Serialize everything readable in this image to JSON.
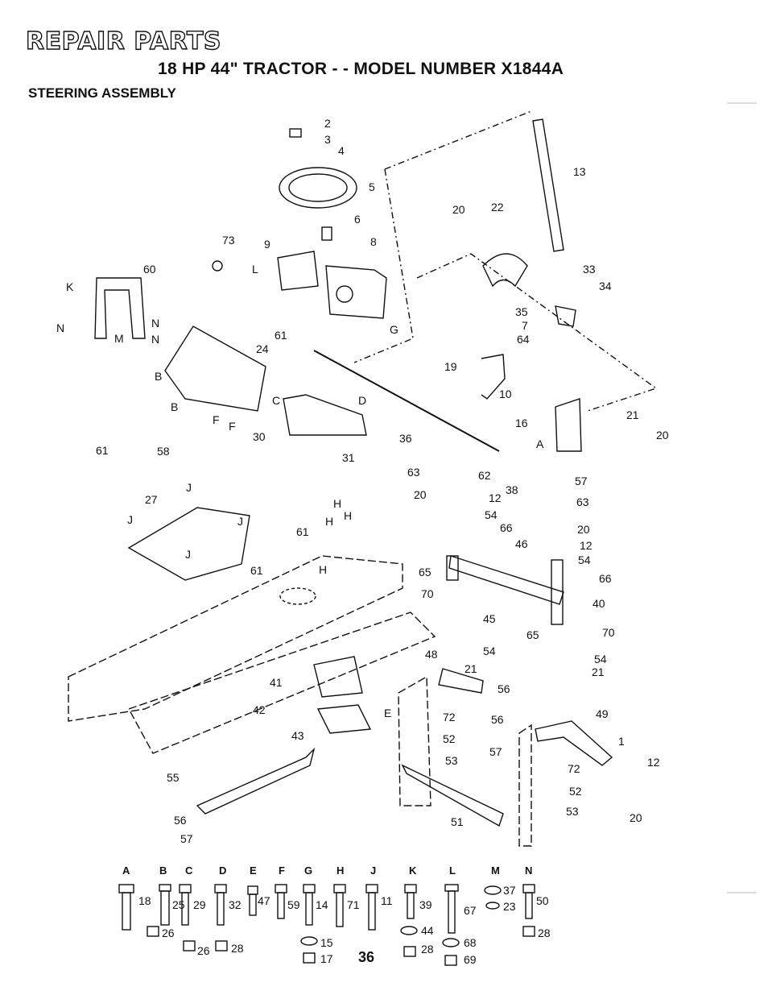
{
  "header": {
    "title": "REPAIR PARTS",
    "subtitle": "18 HP 44\" TRACTOR - - MODEL NUMBER X1844A",
    "section": "STEERING ASSEMBLY"
  },
  "page_number": "36",
  "callouts": [
    "1",
    "2",
    "3",
    "4",
    "5",
    "6",
    "7",
    "8",
    "9",
    "10",
    "12",
    "12",
    "12",
    "13",
    "16",
    "19",
    "20",
    "20",
    "20",
    "20",
    "20",
    "21",
    "21",
    "21",
    "22",
    "24",
    "27",
    "30",
    "31",
    "33",
    "34",
    "35",
    "36",
    "38",
    "40",
    "41",
    "42",
    "43",
    "45",
    "46",
    "48",
    "49",
    "51",
    "52",
    "52",
    "53",
    "53",
    "54",
    "54",
    "54",
    "54",
    "55",
    "56",
    "56",
    "56",
    "57",
    "57",
    "57",
    "58",
    "60",
    "61",
    "61",
    "61",
    "61",
    "62",
    "63",
    "63",
    "64",
    "65",
    "65",
    "66",
    "66",
    "70",
    "70",
    "72",
    "72",
    "73"
  ],
  "letter_tags": [
    "A",
    "B",
    "B",
    "C",
    "D",
    "E",
    "F",
    "F",
    "G",
    "H",
    "H",
    "H",
    "H",
    "J",
    "J",
    "J",
    "J",
    "K",
    "L",
    "M",
    "N",
    "N",
    "N"
  ],
  "hardware_legend": [
    {
      "letter": "A",
      "items": [
        "18"
      ]
    },
    {
      "letter": "B",
      "items": [
        "25",
        "26"
      ]
    },
    {
      "letter": "C",
      "items": [
        "29",
        "26"
      ]
    },
    {
      "letter": "D",
      "items": [
        "32",
        "28"
      ]
    },
    {
      "letter": "E",
      "items": [
        "47"
      ]
    },
    {
      "letter": "F",
      "items": [
        "59"
      ]
    },
    {
      "letter": "G",
      "items": [
        "14"
      ]
    },
    {
      "letter": "H",
      "items": [
        "71",
        "15",
        "17"
      ]
    },
    {
      "letter": "J",
      "items": [
        "11"
      ]
    },
    {
      "letter": "K",
      "items": [
        "39",
        "44",
        "28"
      ]
    },
    {
      "letter": "L",
      "items": [
        "67",
        "68",
        "69"
      ]
    },
    {
      "letter": "M",
      "items": [
        "37",
        "23"
      ]
    },
    {
      "letter": "N",
      "items": [
        "50",
        "28"
      ]
    }
  ]
}
